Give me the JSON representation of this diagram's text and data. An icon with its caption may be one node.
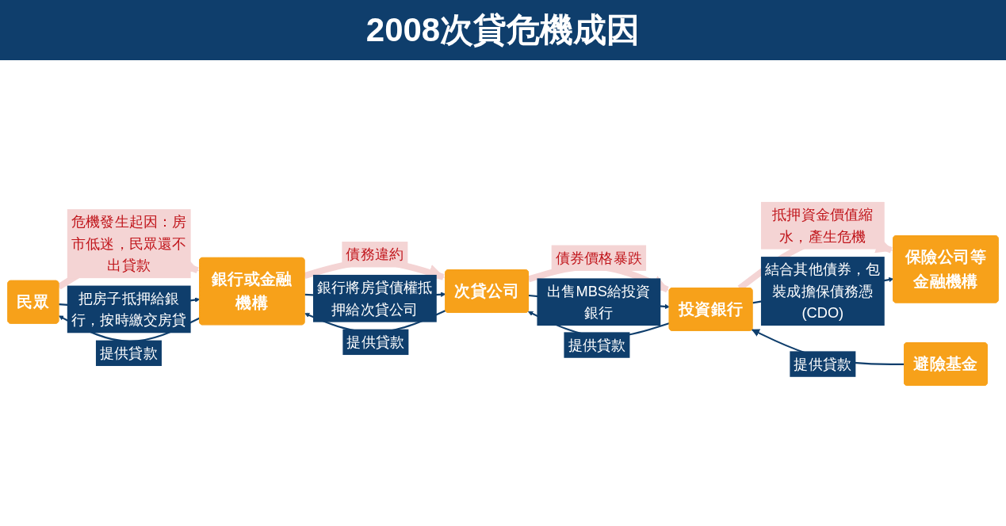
{
  "diagram": {
    "title": "2008次貸危機成因",
    "nodes": [
      {
        "text": [
          "民眾"
        ]
      },
      {
        "text": [
          "銀行或金融機構"
        ]
      },
      {
        "text": [
          "次貸公司"
        ]
      },
      {
        "text": [
          "投資銀行"
        ]
      },
      {
        "text": [
          "保險公司等金融機構"
        ]
      },
      {
        "text": [
          "避險基金"
        ]
      }
    ],
    "edges": [
      {
        "from": 0,
        "to": 1,
        "arrow": "to",
        "label": "危機發生起因：房市低迷，民眾還不出貸款",
        "style": "thick",
        "color": "#f4d4d4"
      },
      {
        "from": 1,
        "to": 2,
        "arrow": "to",
        "label": "債務違約",
        "style": "thick",
        "color": "#f4d4d4"
      },
      {
        "from": 2,
        "to": 3,
        "arrow": "to",
        "label": "債券價格暴跌",
        "style": "thick",
        "color": "#f4d4d4"
      },
      {
        "from": 3,
        "to": 4,
        "arrow": "to",
        "label": "抵押資金價值縮水，產生危機",
        "style": "thick",
        "color": "#f4d4d4"
      },
      {
        "from": 0,
        "to": 1,
        "arrow": "to",
        "label": "把房子抵押給銀行，按時繳交房貸"
      },
      {
        "from": 1,
        "to": 2,
        "arrow": "to",
        "label": "銀行將房貸債權抵押給次貸公司"
      },
      {
        "from": 2,
        "to": 3,
        "arrow": "to",
        "label": "出售MBS給投資銀行"
      },
      {
        "from": 3,
        "to": 4,
        "arrow": "to",
        "label": "結合其他債券，包裝成擔保債務憑(CDO)"
      },
      {
        "from": 1,
        "to": 0,
        "arrow": "to",
        "label": "提供貸款"
      },
      {
        "from": 2,
        "to": 1,
        "arrow": "to",
        "label": "提供貸款"
      },
      {
        "from": 3,
        "to": 2,
        "arrow": "to",
        "label": "提供貸款"
      },
      {
        "from": 5,
        "to": 3,
        "arrow": "to",
        "label": "提供貸款"
      }
    ]
  }
}
